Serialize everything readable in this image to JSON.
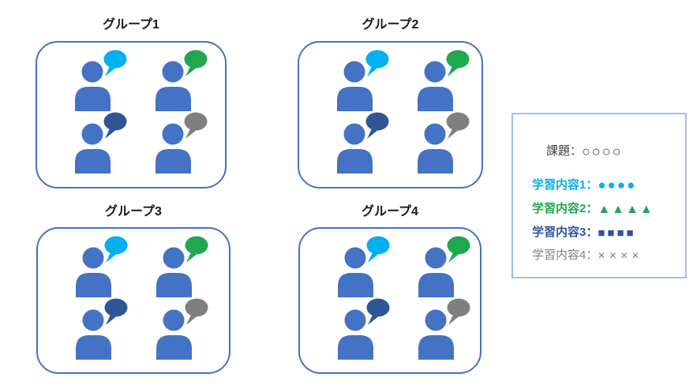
{
  "colors": {
    "person": "#4472C4",
    "cyan": "#00B0F0",
    "green": "#21A74D",
    "navy": "#2F5597",
    "gray": "#7F7F7F",
    "box_border": "#4472C4",
    "legend_border": "#9DC3E6",
    "title_text": "#1A1A1A",
    "task_text": "#404040"
  },
  "groups": [
    {
      "label": "グループ1"
    },
    {
      "label": "グループ2"
    },
    {
      "label": "グループ3"
    },
    {
      "label": "グループ4"
    }
  ],
  "legend": {
    "task": {
      "label": "課題：",
      "symbols": "○○○○",
      "color": "#404040"
    },
    "items": [
      {
        "label": "学習内容1：",
        "symbols": "●●●●",
        "color": "#00B0F0"
      },
      {
        "label": "学習内容2：",
        "symbols": "▲▲▲▲",
        "color": "#21A74D"
      },
      {
        "label": "学習内容3：",
        "symbols": "■■■■",
        "color": "#2F5597"
      },
      {
        "label": "学習内容4：",
        "symbols": "××××",
        "color": "#7F7F7F"
      }
    ]
  }
}
